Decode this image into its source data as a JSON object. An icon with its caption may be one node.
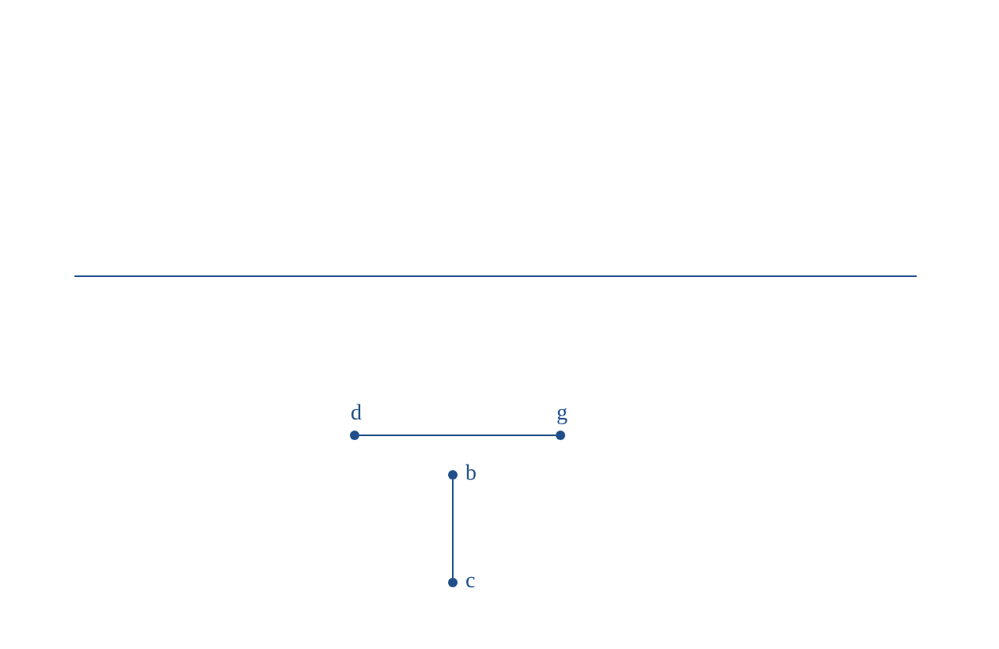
{
  "diagram": {
    "nodes": [
      {
        "text": [],
        "shape": "circle",
        "beside": [
          "d"
        ]
      },
      {
        "text": [],
        "shape": "circle",
        "beside": [
          "g"
        ]
      },
      {
        "text": [],
        "shape": "circle",
        "beside": [
          "b"
        ]
      },
      {
        "text": [],
        "shape": "circle",
        "beside": [
          "c"
        ]
      }
    ],
    "edges": [
      {
        "from": 0,
        "to": 1,
        "arrow": "none"
      },
      {
        "from": 2,
        "to": 3,
        "arrow": "none"
      }
    ]
  }
}
